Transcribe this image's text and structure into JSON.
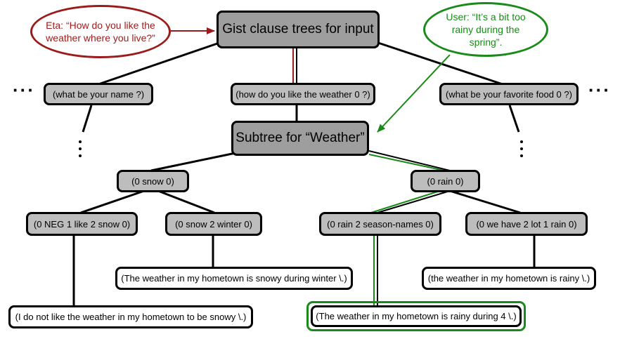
{
  "root": {
    "label": "Gist clause trees for input"
  },
  "eta_bubble": {
    "text": "Eta: “How do you like the weather where you live?”"
  },
  "user_bubble": {
    "text": "User: “It’s a bit too rainy during the spring”."
  },
  "level1": {
    "name_node": "(what be your name ?)",
    "weather_node": "(how do you like the weather 0 ?)",
    "food_node": "(what be your favorite food 0 ?)"
  },
  "subtree": {
    "label": "Subtree for “Weather”"
  },
  "patterns": {
    "snow": "(0 snow 0)",
    "rain": "(0 rain 0)",
    "neg_like_snow": "(0 NEG 1 like 2 snow 0)",
    "snow_winter": "(0 snow 2 winter 0)",
    "rain_season": "(0 rain 2 season-names 0)",
    "lot_rain": "(0 we have 2 lot 1 rain 0)"
  },
  "outputs": {
    "snowy_winter": "(The weather in my hometown is snowy during winter \\.)",
    "rainy": "(the weather in my hometown is rainy \\.)",
    "not_like_snowy": "(I do not like the weather in my hometown to be snowy \\.)",
    "rainy_during": "(The weather in my hometown is rainy during 4 \\.)"
  },
  "ellipsis": {
    "horizontal": "···"
  },
  "colors": {
    "eta": "#9b1b1b",
    "user": "#1a8a1a",
    "node_gray": "#bdbdbd",
    "root_gray": "#9e9e9e"
  }
}
